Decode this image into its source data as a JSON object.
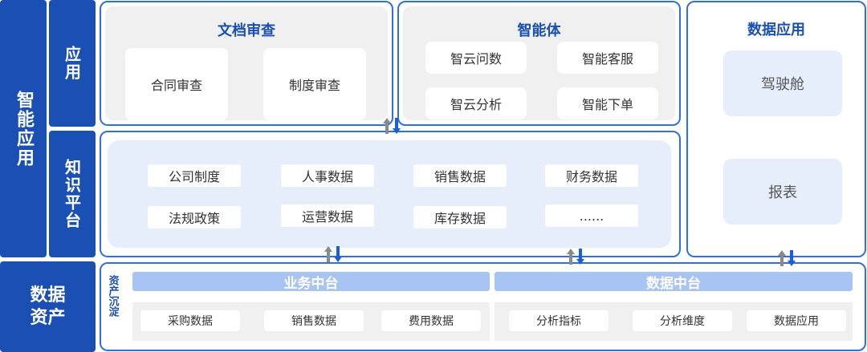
{
  "left": {
    "smart_app": "智能应用",
    "data_assets": "数据资产",
    "app": "应用",
    "knowledge_platform": "知识平台"
  },
  "doc_review": {
    "title": "文档审查",
    "items": [
      "合同审查",
      "制度审查"
    ]
  },
  "agent": {
    "title": "智能体",
    "items": [
      "智云问数",
      "智能客服",
      "智云分析",
      "智能下单"
    ]
  },
  "data_app": {
    "title": "数据应用",
    "items": [
      "驾驶舱",
      "报表"
    ]
  },
  "knowledge": {
    "items": [
      "公司制度",
      "人事数据",
      "销售数据",
      "财务数据",
      "法规政策",
      "运营数据",
      "库存数据",
      "......"
    ]
  },
  "assets": {
    "side_label": "资产沉淀",
    "business_center": "业务中台",
    "data_center": "数据中台",
    "business_items": [
      "采购数据",
      "销售数据",
      "费用数据"
    ],
    "data_items": [
      "分析指标",
      "分析维度",
      "数据应用"
    ]
  }
}
